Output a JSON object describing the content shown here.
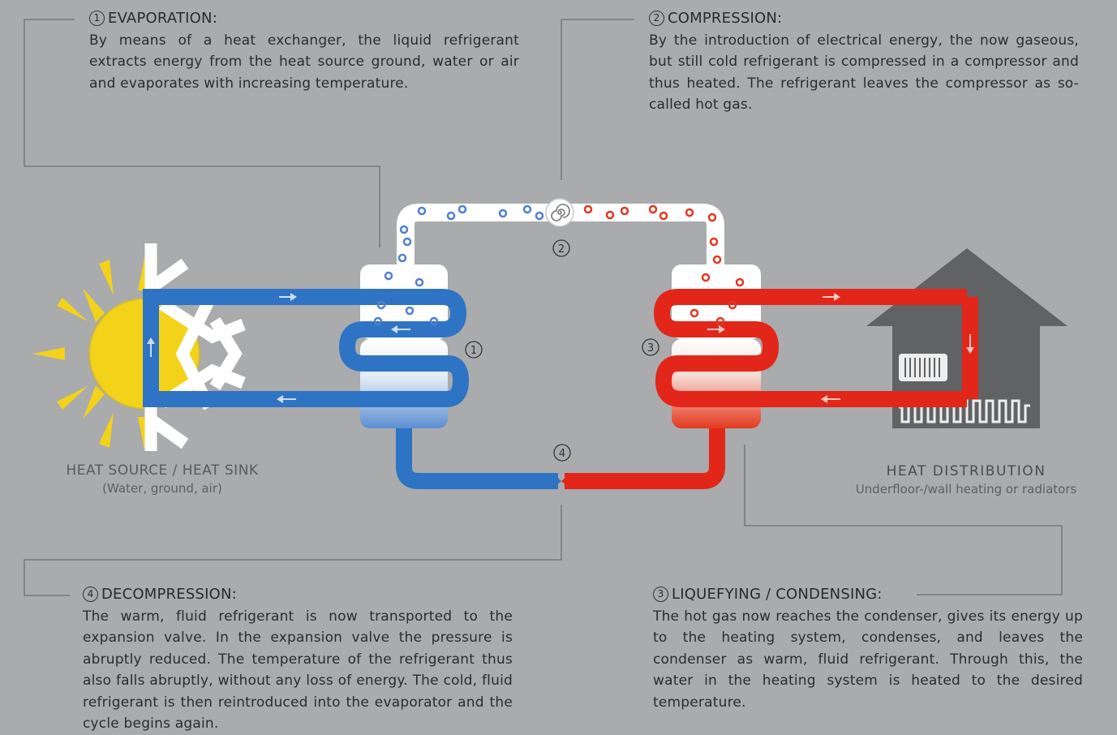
{
  "steps": {
    "evaporation": {
      "number": "1",
      "title": "EVAPORATION:",
      "text": "By means of a heat exchanger, the liquid refrigerant extracts energy from the heat source ground, water or air and evaporates with increasing temperature."
    },
    "compression": {
      "number": "2",
      "title": "COMPRESSION:",
      "text": "By the introduction of electrical energy, the now gaseous, but still cold refrigerant is compressed in a compressor and thus heated. The refrigerant leaves the compressor as so-called hot gas."
    },
    "condensing": {
      "number": "3",
      "title": "LIQUEFYING / CONDENSING:",
      "text": "The hot gas now reaches the condenser, gives its energy up to the heating system, condenses, and leaves the condenser as warm, fluid refrigerant. Through this, the water in the heating system is heated to the desired temperature."
    },
    "decompression": {
      "number": "4",
      "title": "DECOMPRESSION:",
      "text": "The warm, fluid refrigerant is now transported to the expansion valve. In the expansion valve the pressure is abruptly reduced. The temperature of the refrigerant thus also falls abruptly, without any loss of energy. The cold, fluid refrigerant is then reintroduced into the evaporator and the cycle begins again."
    }
  },
  "diagram_labels": {
    "evaporator": "1",
    "compressor": "2",
    "condenser": "3",
    "expansion_valve": "4"
  },
  "captions": {
    "heat_source": {
      "title": "HEAT SOURCE / HEAT SINK",
      "subtitle": "(Water, ground, air)"
    },
    "heat_distribution": {
      "title": "HEAT DISTRIBUTION",
      "subtitle": "Underfloor-/wall heating or radiators"
    }
  },
  "colors": {
    "background": "#a9abad",
    "cold_circuit": "#2f74c4",
    "hot_circuit": "#e3261a",
    "sun": "#f3d21a",
    "house": "#606264",
    "leader_lines": "#6e6e6e"
  },
  "icons": [
    "sun-icon",
    "snowflake-icon",
    "house-icon",
    "radiator-icon",
    "compressor-icon",
    "arrow-icon"
  ]
}
